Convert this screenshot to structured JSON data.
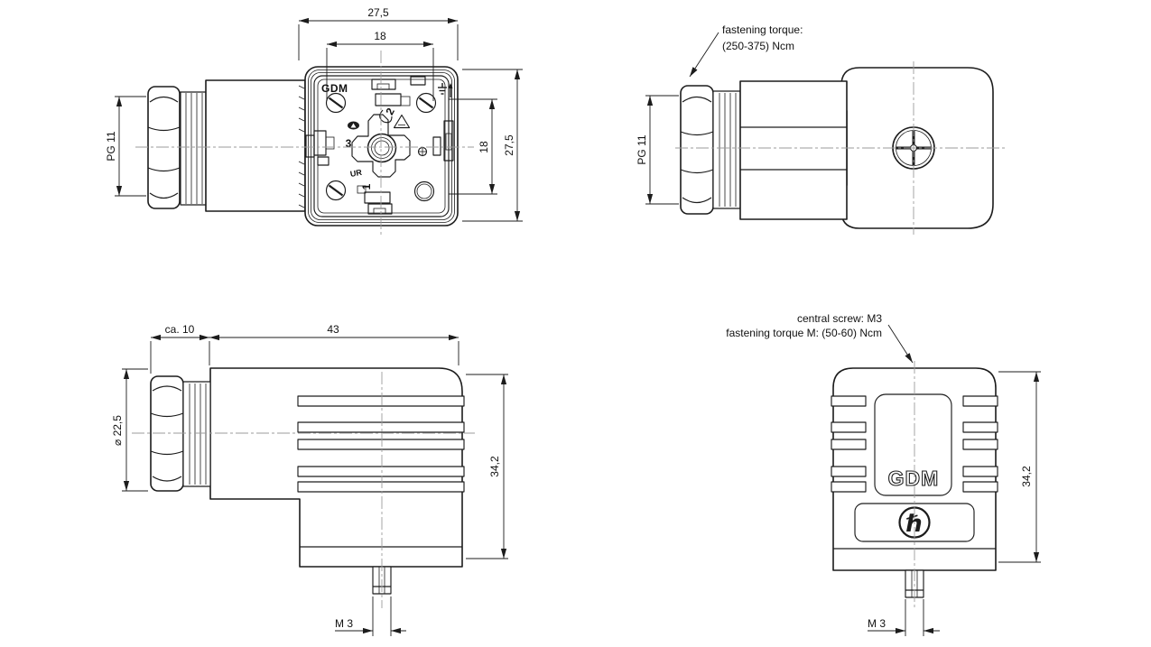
{
  "colors": {
    "background": "#ffffff",
    "line": "#1c1c1c",
    "centerline": "#9b9b9b"
  },
  "views": {
    "front": {
      "brand": "GDM",
      "pin1": "1",
      "pin2": "2",
      "pin3": "3",
      "ul_mark": "UR",
      "dim_width_outer": "27,5",
      "dim_width_inner": "18",
      "dim_height_inner": "18",
      "dim_height_outer": "27,5",
      "dim_gland": "PG 11"
    },
    "side_assembled": {
      "dim_gland": "PG 11",
      "note_line1": "fastening torque:",
      "note_line2": "(250-375) Ncm"
    },
    "side": {
      "dim_entry": "ca. 10",
      "dim_body": "43",
      "dim_diameter": "⌀ 22,5",
      "dim_height": "34,2",
      "dim_screw": "M 3"
    },
    "rear": {
      "brand": "GDM",
      "logo": "ℏ",
      "note_line1": "central screw: M3",
      "note_line2": "fastening torque M: (50-60) Ncm",
      "dim_height": "34,2",
      "dim_screw": "M 3"
    }
  }
}
